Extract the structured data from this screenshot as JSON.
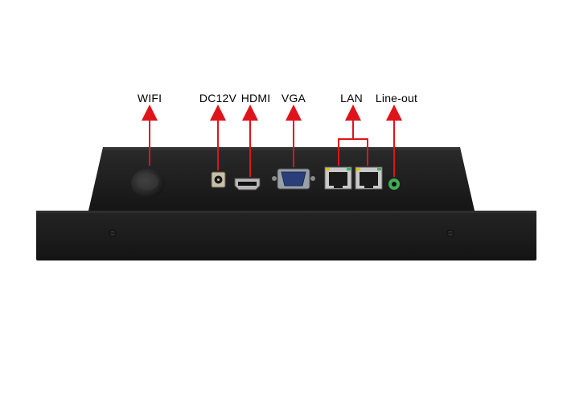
{
  "labels": {
    "wifi": "WIFI",
    "dc12v": "DC12V",
    "hdmi": "HDMI",
    "vga": "VGA",
    "lan": "LAN",
    "line_out": "Line-out"
  },
  "colors": {
    "arrow": "#e0131b",
    "chassis": "#1c1c1c",
    "chassis_top": "#262626",
    "bezel": "#1a1a1a",
    "line_out_jack": "#3fae55"
  },
  "icons": [
    "wifi-antenna-icon",
    "dc-jack-icon",
    "hdmi-port-icon",
    "vga-port-icon",
    "rj45-port-icon",
    "audio-jack-icon",
    "screw-icon"
  ]
}
